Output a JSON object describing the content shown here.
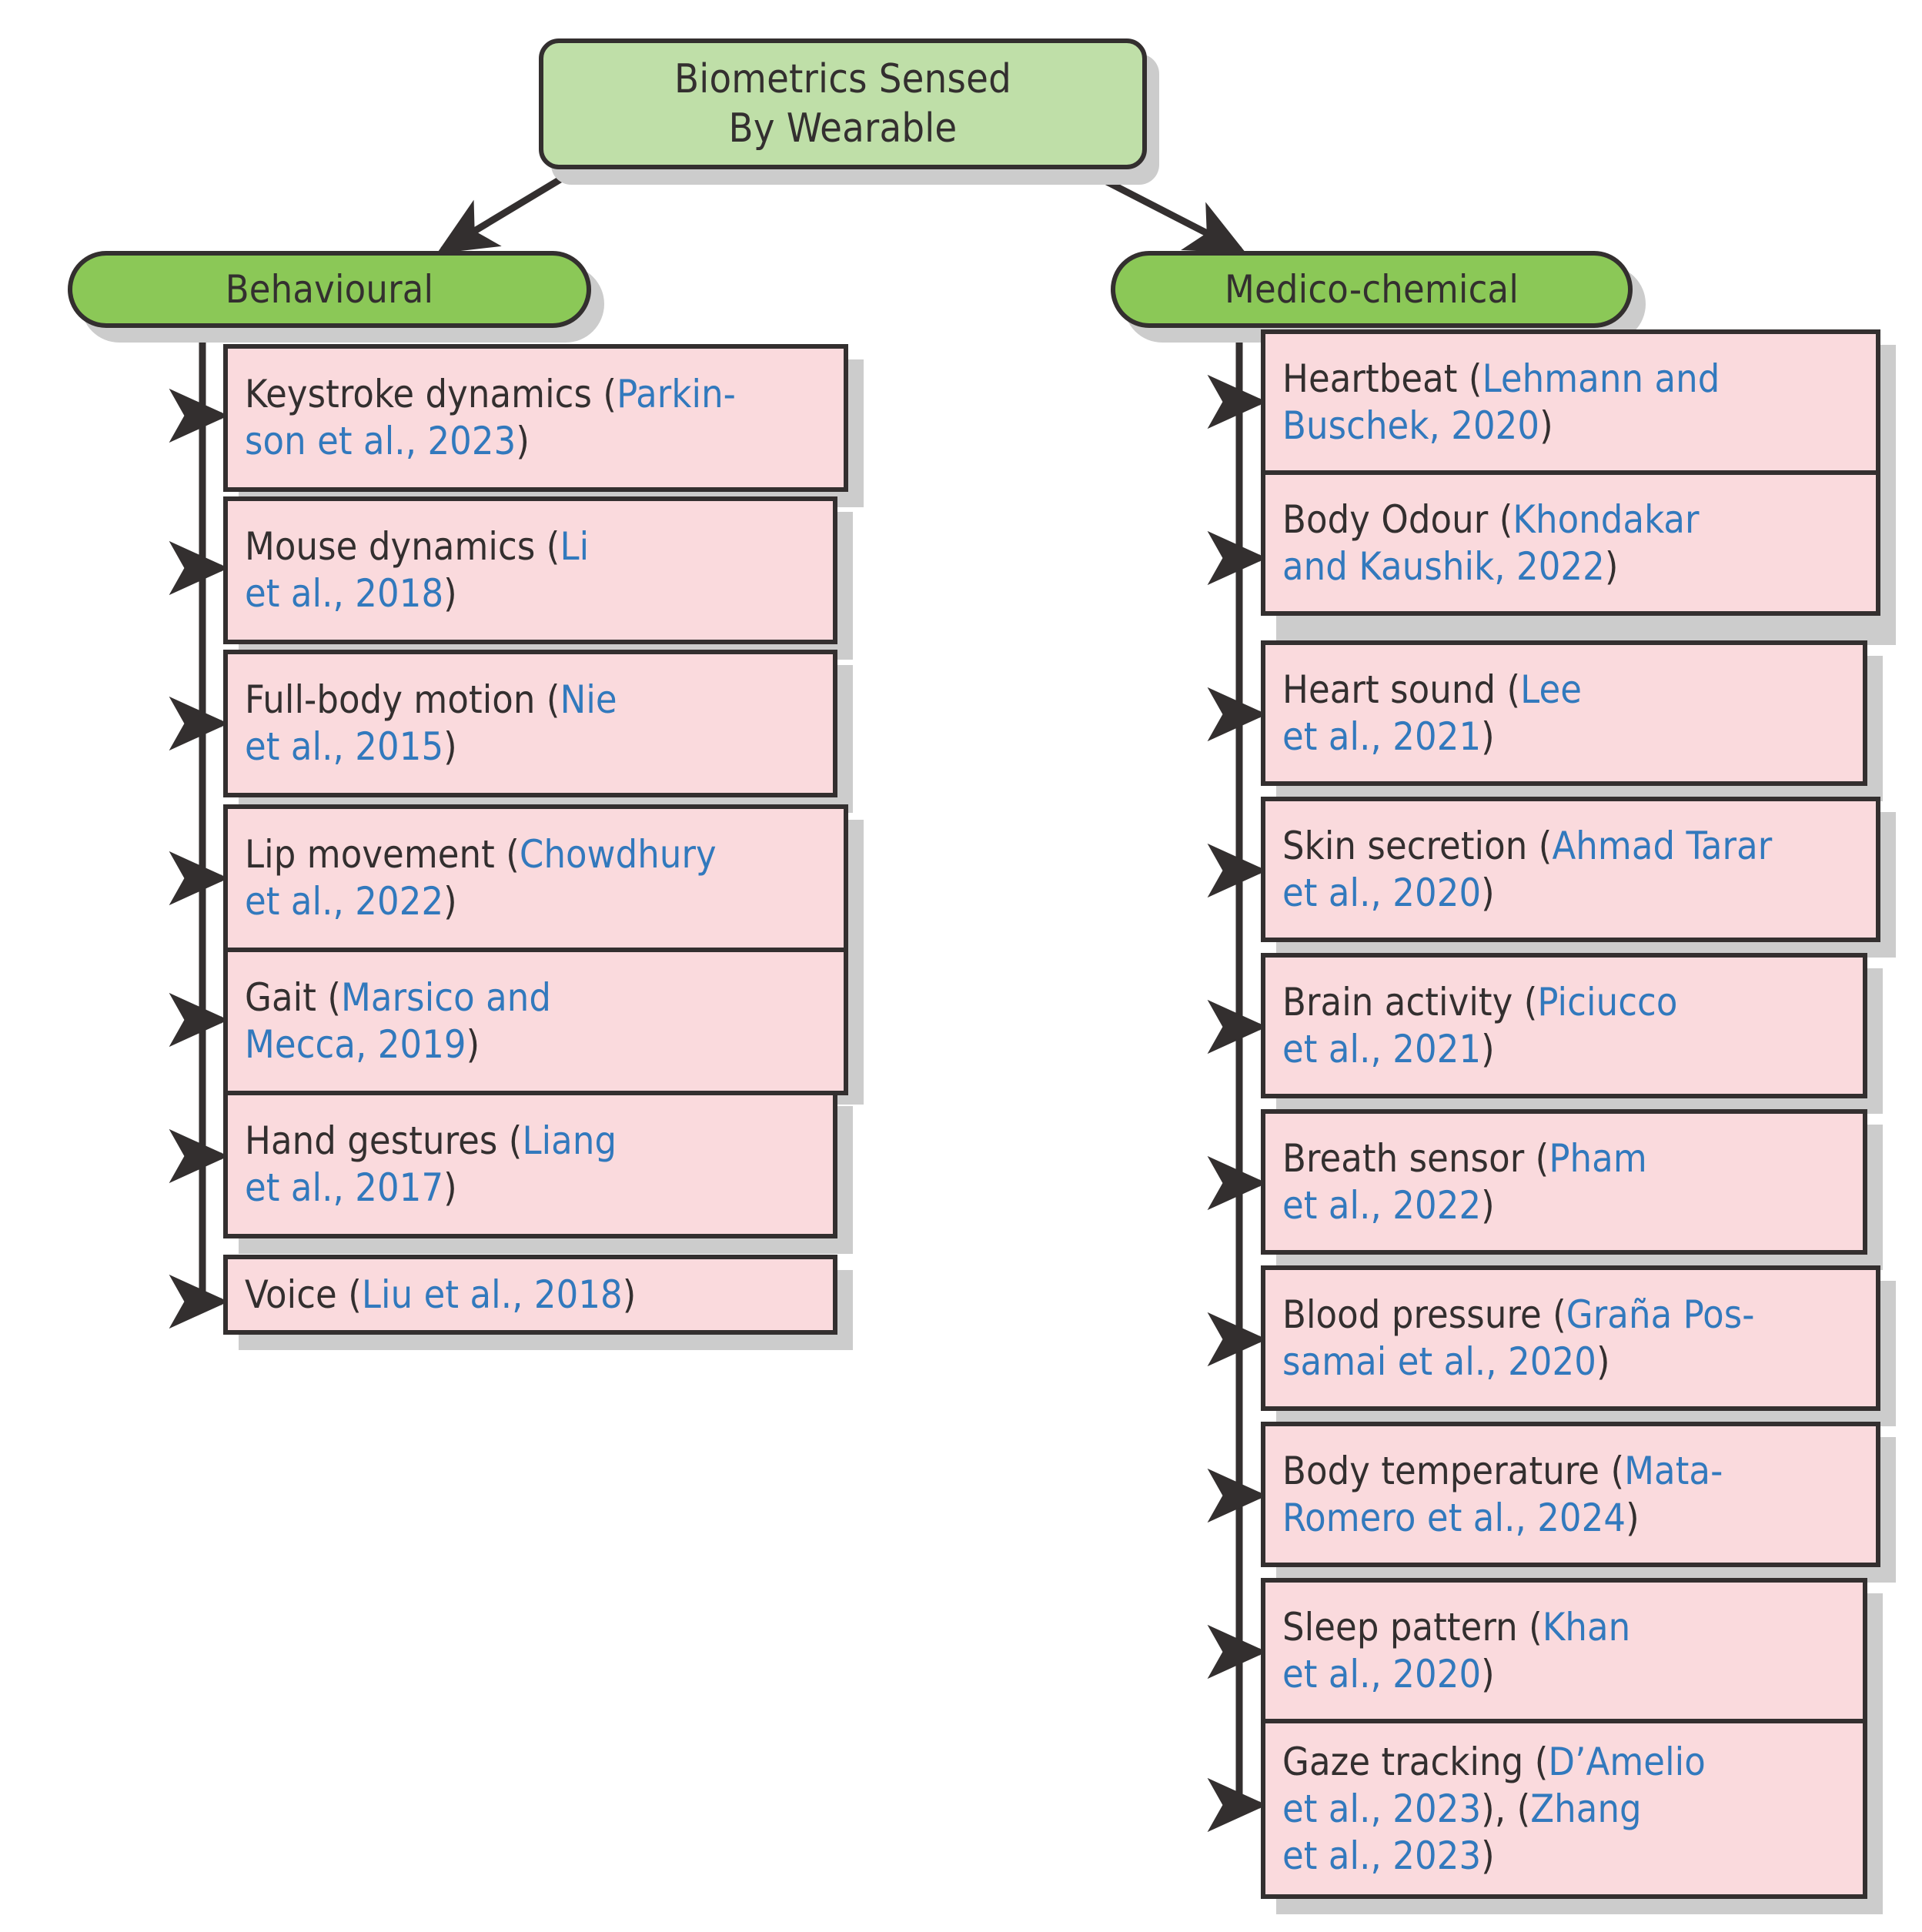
{
  "diagram": {
    "type": "tree-taxonomy",
    "title": "Biometrics Sensed By Wearable",
    "colors": {
      "root_fill": "#bfdfa8",
      "category_fill": "#8bc857",
      "leaf_fill": "#fadadd",
      "border": "#332f2f",
      "shadow": "#cccccc",
      "citation_text": "#3279bd",
      "label_text": "#332f2f",
      "background": "#ffffff"
    }
  },
  "root": {
    "line1": "Biometrics Sensed",
    "line2": "By Wearable"
  },
  "categories": [
    {
      "id": "behavioural",
      "label": "Behavioural"
    },
    {
      "id": "medico-chemical",
      "label": "Medico-chemical"
    }
  ],
  "behavioural_items": [
    {
      "label": "Keystroke dynamics (",
      "citation": "Parkin-\nson et al., 2023",
      "close": ")"
    },
    {
      "label": "Mouse dynamics (",
      "citation": "Li\net al., 2018",
      "close": ")"
    },
    {
      "label": "Full-body motion (",
      "citation": "Nie\net al., 2015",
      "close": ")"
    },
    {
      "label": "Lip movement (",
      "citation": "Chowdhury\net al., 2022",
      "close": ")"
    },
    {
      "label": "Gait (",
      "citation": "Marsico and\nMecca, 2019",
      "close": ")"
    },
    {
      "label": "Hand gestures (",
      "citation": "Liang\net al., 2017",
      "close": ")"
    },
    {
      "label": "Voice (",
      "citation": "Liu et al., 2018",
      "close": ")"
    }
  ],
  "medico_items": [
    {
      "label": "Heartbeat (",
      "citation": "Lehmann and\nBuschek, 2020",
      "close": ")"
    },
    {
      "label": "Body Odour (",
      "citation": "Khondakar\nand Kaushik, 2022",
      "close": ")"
    },
    {
      "label": "Heart sound (",
      "citation": "Lee\net al., 2021",
      "close": ")"
    },
    {
      "label": "Skin secretion (",
      "citation": "Ahmad Tarar\net al., 2020",
      "close": ")"
    },
    {
      "label": "Brain activity (",
      "citation": "Piciucco\net al., 2021",
      "close": ")"
    },
    {
      "label": "Breath sensor (",
      "citation": "Pham\net al., 2022",
      "close": ")"
    },
    {
      "label": "Blood pressure (",
      "citation": "Graña Pos-\nsamai et al., 2020",
      "close": ")"
    },
    {
      "label": "Body temperature (",
      "citation": "Mata-\nRomero et al., 2024",
      "close": ")"
    },
    {
      "label": "Sleep pattern (",
      "citation": "Khan\net al., 2020",
      "close": ")"
    },
    {
      "label": "Gaze tracking (",
      "citation": "D’Amelio\net al., 2023",
      "close": "), (",
      "citation2": "Zhang\net al., 2023",
      "close2": ")"
    }
  ]
}
